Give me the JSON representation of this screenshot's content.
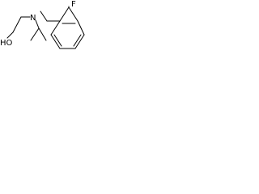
{
  "molecule": {
    "atoms": {
      "hydroxyl": "HO",
      "nitrogen": "N",
      "fluorine": "F"
    },
    "bond_color": "#000000",
    "background": "#ffffff"
  }
}
